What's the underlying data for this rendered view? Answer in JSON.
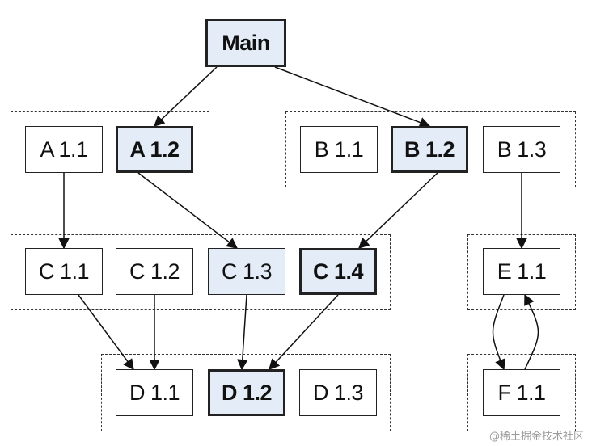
{
  "nodes": {
    "main": {
      "label": "Main",
      "bold": true,
      "fill": true
    },
    "a11": {
      "label": "A 1.1",
      "bold": false,
      "fill": false
    },
    "a12": {
      "label": "A 1.2",
      "bold": true,
      "fill": true
    },
    "b11": {
      "label": "B 1.1",
      "bold": false,
      "fill": false
    },
    "b12": {
      "label": "B 1.2",
      "bold": true,
      "fill": true
    },
    "b13": {
      "label": "B 1.3",
      "bold": false,
      "fill": false
    },
    "c11": {
      "label": "C 1.1",
      "bold": false,
      "fill": false
    },
    "c12": {
      "label": "C 1.2",
      "bold": false,
      "fill": false
    },
    "c13": {
      "label": "C 1.3",
      "bold": false,
      "fill": true
    },
    "c14": {
      "label": "C 1.4",
      "bold": true,
      "fill": true
    },
    "e11": {
      "label": "E 1.1",
      "bold": false,
      "fill": false
    },
    "d11": {
      "label": "D 1.1",
      "bold": false,
      "fill": false
    },
    "d12": {
      "label": "D 1.2",
      "bold": true,
      "fill": true
    },
    "d13": {
      "label": "D 1.3",
      "bold": false,
      "fill": false
    },
    "f11": {
      "label": "F 1.1",
      "bold": false,
      "fill": false
    }
  },
  "groups": [
    "A",
    "B",
    "C",
    "E",
    "D",
    "F"
  ],
  "edges": [
    [
      "main",
      "a12"
    ],
    [
      "main",
      "b12"
    ],
    [
      "a11",
      "c11"
    ],
    [
      "a12",
      "c13"
    ],
    [
      "b12",
      "c14"
    ],
    [
      "b13",
      "e11"
    ],
    [
      "c11",
      "d11"
    ],
    [
      "c12",
      "d11"
    ],
    [
      "c13",
      "d12"
    ],
    [
      "c14",
      "d12"
    ],
    [
      "e11",
      "f11"
    ],
    [
      "f11",
      "e11"
    ]
  ],
  "watermark": "@稀土掘金技术社区",
  "colors": {
    "highlight_fill": "#e3ecf7",
    "border": "#222222"
  }
}
